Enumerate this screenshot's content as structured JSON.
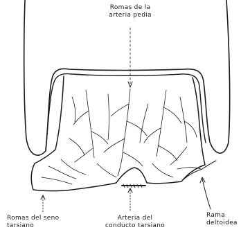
{
  "labels": {
    "top": [
      "Romas de la",
      "arteria pedia"
    ],
    "bottom_left": [
      "Romas del seno",
      "tarsiano"
    ],
    "bottom_center": [
      "Arteria del",
      "conducto tarsiano"
    ],
    "bottom_right": [
      "Rama",
      "deltoidea"
    ]
  },
  "colors": {
    "ink": "#1a1a1a",
    "background": "#ffffff"
  }
}
